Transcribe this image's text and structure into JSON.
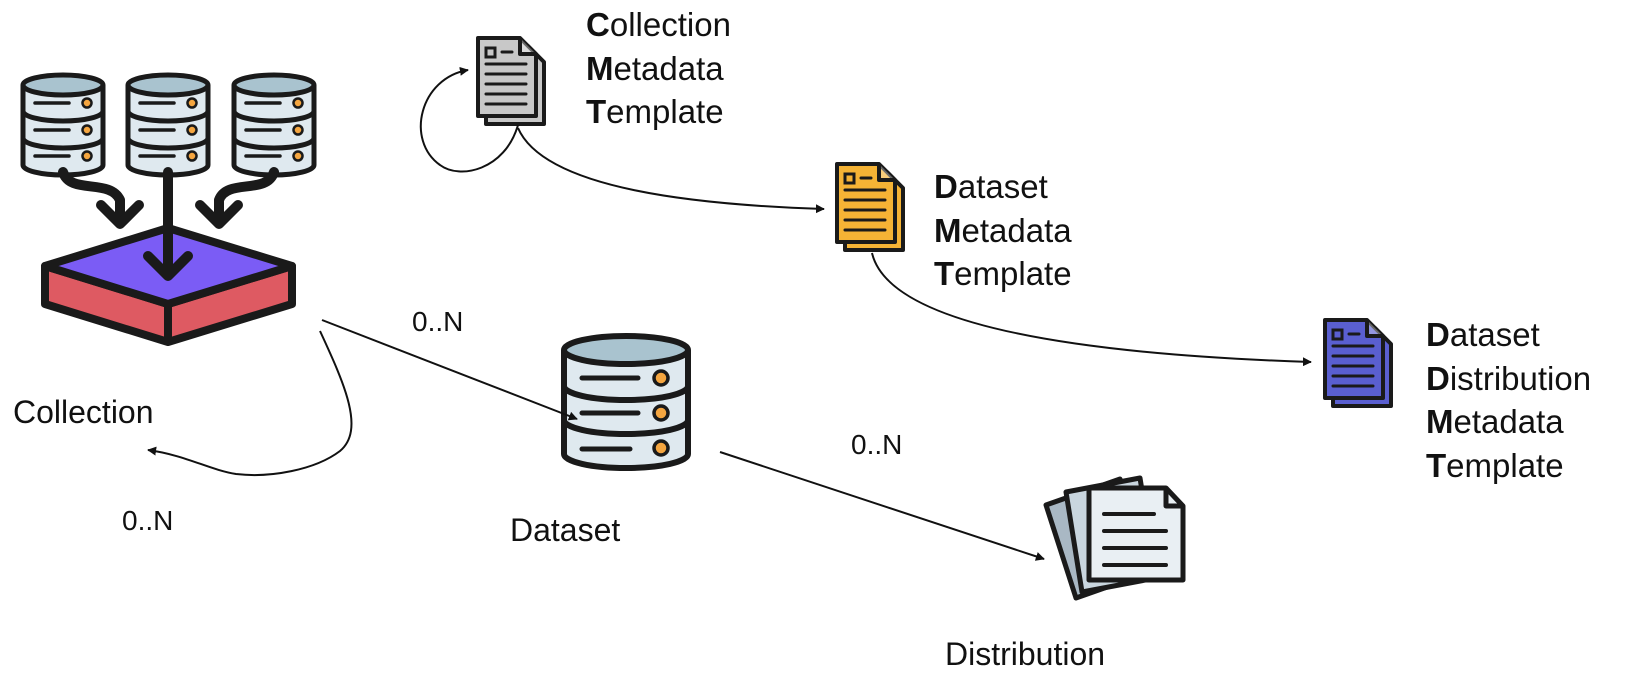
{
  "nodes": {
    "collection": {
      "label": "Collection",
      "icon": "collection-icon"
    },
    "dataset": {
      "label": "Dataset",
      "icon": "database-icon"
    },
    "distribution": {
      "label": "Distribution",
      "icon": "files-icon"
    }
  },
  "templates": {
    "collection_metadata": {
      "icon": "document-icon",
      "color": "#c8c8c8",
      "lines": [
        {
          "initial": "C",
          "rest": "ollection"
        },
        {
          "initial": "M",
          "rest": "etadata"
        },
        {
          "initial": "T",
          "rest": "emplate"
        }
      ]
    },
    "dataset_metadata": {
      "icon": "document-icon",
      "color": "#f5b335",
      "lines": [
        {
          "initial": "D",
          "rest": "ataset"
        },
        {
          "initial": "M",
          "rest": "etadata"
        },
        {
          "initial": "T",
          "rest": "emplate"
        }
      ]
    },
    "dataset_distribution_metadata": {
      "icon": "document-icon",
      "color": "#5a5fd0",
      "lines": [
        {
          "initial": "D",
          "rest": "ataset"
        },
        {
          "initial": "D",
          "rest": "istribution"
        },
        {
          "initial": "M",
          "rest": "etadata"
        },
        {
          "initial": "T",
          "rest": "emplate"
        }
      ]
    }
  },
  "edges": {
    "collection_to_collection": {
      "multiplicity": "0..N"
    },
    "collection_to_dataset": {
      "multiplicity": "0..N"
    },
    "dataset_to_distribution": {
      "multiplicity": "0..N"
    }
  },
  "colors": {
    "outline": "#1a1a1a",
    "db_fill": "#dfe9ef",
    "db_top": "#a9c3cf",
    "led": "#f5a640",
    "box_top": "#7b5cf5",
    "box_side": "#de5a62"
  }
}
